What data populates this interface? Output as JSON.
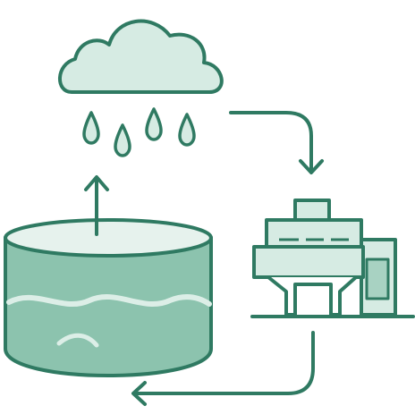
{
  "diagram": {
    "nodes": [
      {
        "id": "cloud",
        "icon": "rain-cloud-icon"
      },
      {
        "id": "treatment-plant",
        "icon": "factory-icon"
      },
      {
        "id": "reservoir",
        "icon": "water-tank-icon"
      }
    ],
    "edges": [
      {
        "from": "cloud",
        "to": "treatment-plant"
      },
      {
        "from": "treatment-plant",
        "to": "reservoir"
      },
      {
        "from": "reservoir",
        "to": "cloud"
      }
    ]
  },
  "colors": {
    "stroke": "#2f7a62",
    "fill_light": "#d6ebe3",
    "fill_mid": "#a8d2c2",
    "fill_water": "#8cc3ae",
    "background": "#ffffff"
  }
}
